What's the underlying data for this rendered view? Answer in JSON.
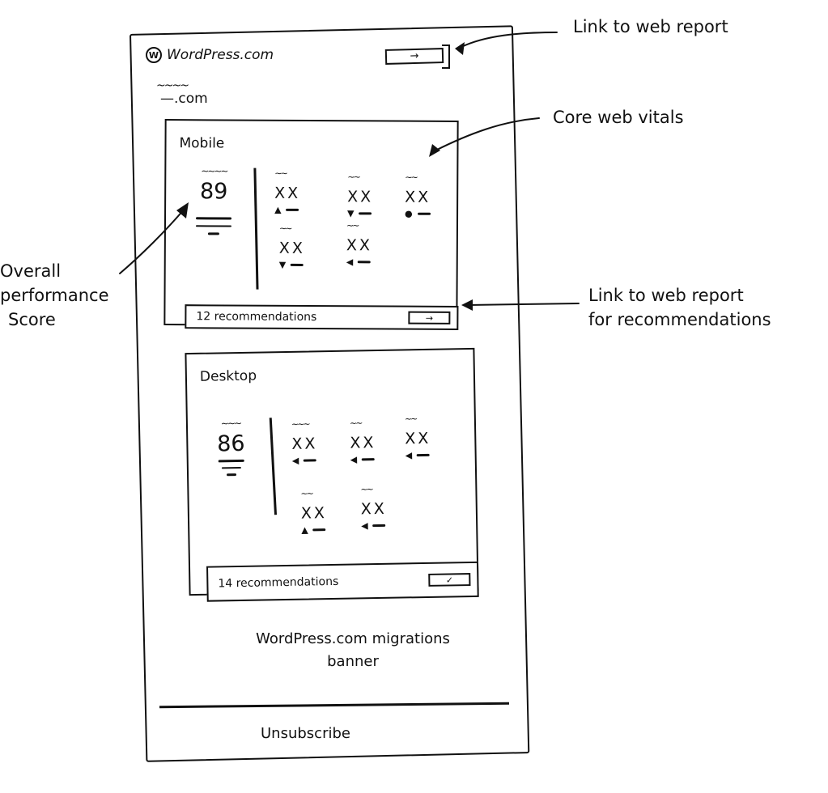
{
  "header": {
    "logo_icon": "wordpress-icon",
    "logo_glyph": "W",
    "brand": "WordPress.com",
    "site_name_placeholder": "~~~~",
    "site_domain": "—.com",
    "web_report_button_glyph": "→"
  },
  "devices": [
    {
      "title": "Mobile",
      "score_label_placeholder": "~~~~",
      "overall_score": "89",
      "metrics": [
        {
          "label_placeholder": "~~",
          "value": "XX",
          "trend": "up",
          "trend_glyph": "▲"
        },
        {
          "label_placeholder": "~~",
          "value": "XX",
          "trend": "down",
          "trend_glyph": "▼"
        },
        {
          "label_placeholder": "~~",
          "value": "XX",
          "trend": "neutral",
          "trend_glyph": "●"
        },
        {
          "label_placeholder": "~~",
          "value": "XX",
          "trend": "down",
          "trend_glyph": "▼"
        },
        {
          "label_placeholder": "~~",
          "value": "XX",
          "trend": "left",
          "trend_glyph": "◀"
        }
      ],
      "recommendations_label": "12 recommendations",
      "recommendations_button_glyph": "→"
    },
    {
      "title": "Desktop",
      "score_label_placeholder": "~~~",
      "overall_score": "86",
      "metrics": [
        {
          "label_placeholder": "~~~",
          "value": "XX",
          "trend": "left",
          "trend_glyph": "◀"
        },
        {
          "label_placeholder": "~~",
          "value": "XX",
          "trend": "left",
          "trend_glyph": "◀"
        },
        {
          "label_placeholder": "~~",
          "value": "XX",
          "trend": "left",
          "trend_glyph": "◀"
        },
        {
          "label_placeholder": "~~",
          "value": "XX",
          "trend": "up",
          "trend_glyph": "▲"
        },
        {
          "label_placeholder": "~~",
          "value": "XX",
          "trend": "left",
          "trend_glyph": "◀"
        }
      ],
      "recommendations_label": "14 recommendations",
      "recommendations_button_glyph": "✓"
    }
  ],
  "banner": {
    "line1": "WordPress.com migrations",
    "line2": "banner"
  },
  "footer": {
    "unsubscribe_label": "Unsubscribe"
  },
  "annotations": {
    "link_to_web_report": "Link to web report",
    "core_web_vitals": "Core web vitals",
    "overall_score_line1": "Overall",
    "overall_score_line2": "performance",
    "overall_score_line3": "Score",
    "recommendations_line1": "Link to web report",
    "recommendations_line2": "for recommendations"
  }
}
